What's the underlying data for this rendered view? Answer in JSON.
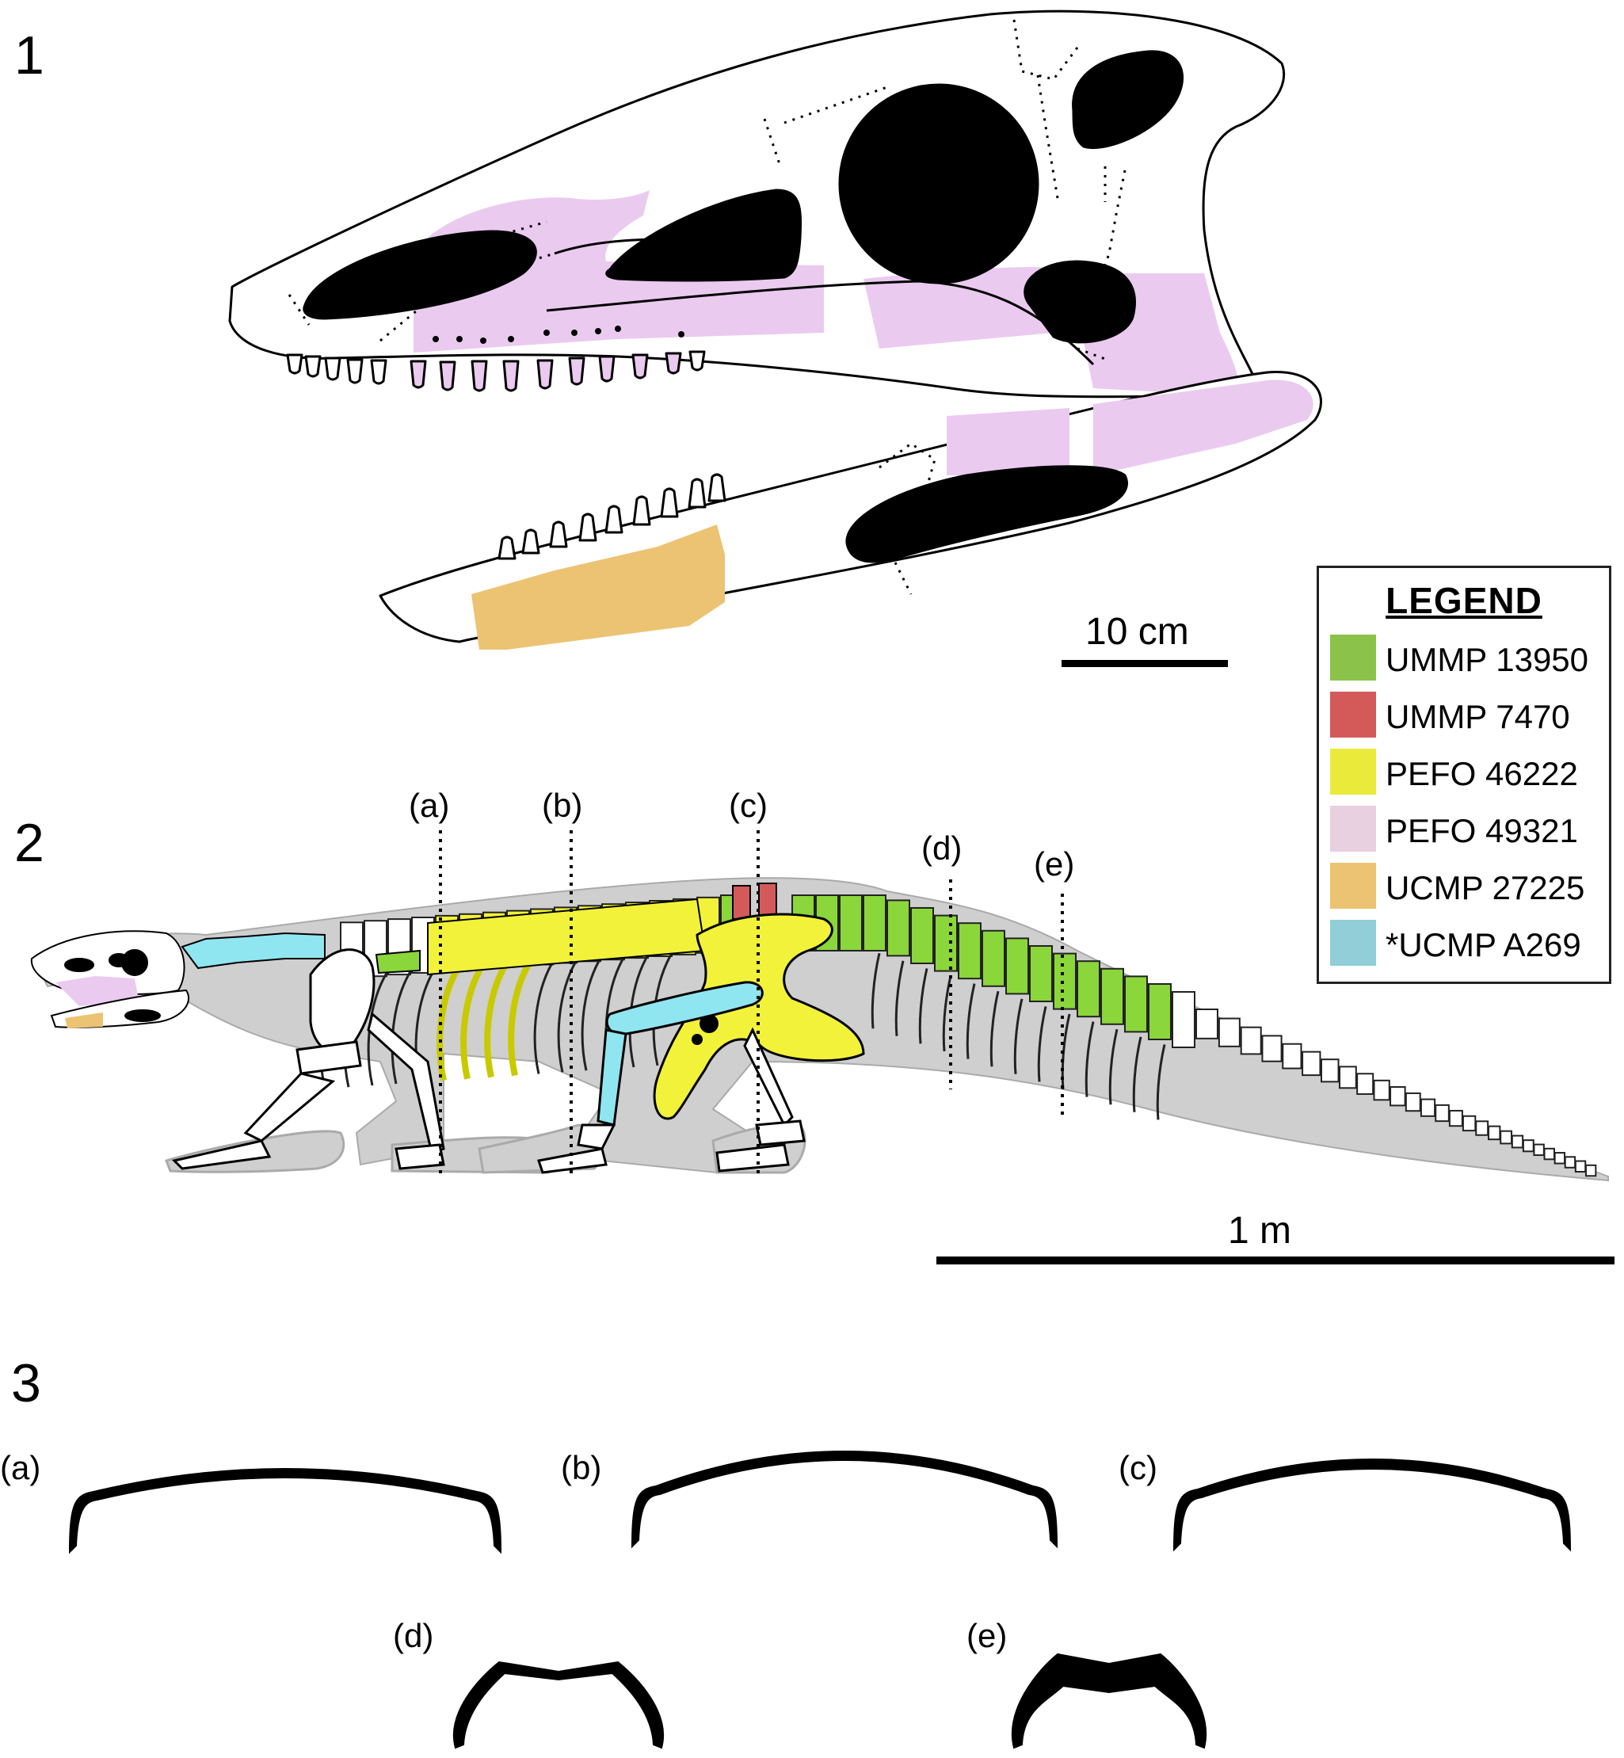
{
  "panels": {
    "p1": "1",
    "p2": "2",
    "p3": "3"
  },
  "scale_bars": {
    "skull": "10 cm",
    "body": "1 m"
  },
  "section_labels": [
    "(a)",
    "(b)",
    "(c)",
    "(d)",
    "(e)"
  ],
  "legend": {
    "title": "LEGEND",
    "items": [
      {
        "label": "UMMP 13950",
        "color": "#8bc34a"
      },
      {
        "label": "UMMP 7470",
        "color": "#d45a5a"
      },
      {
        "label": "PEFO 46222",
        "color": "#eaea3a"
      },
      {
        "label": "PEFO 49321",
        "color": "#e8d0e0"
      },
      {
        "label": "UCMP 27225",
        "color": "#ecc373"
      },
      {
        "label": "*UCMP A269",
        "color": "#91ced8"
      }
    ]
  },
  "colors": {
    "skull_pink": "#ebcaf0",
    "dentary_tan": "#ecc373",
    "body_gray": "#cfcfcf",
    "green": "#8bd63a",
    "yellow": "#f2f23a",
    "red": "#d45a5a",
    "cyan": "#8fe6f0"
  }
}
